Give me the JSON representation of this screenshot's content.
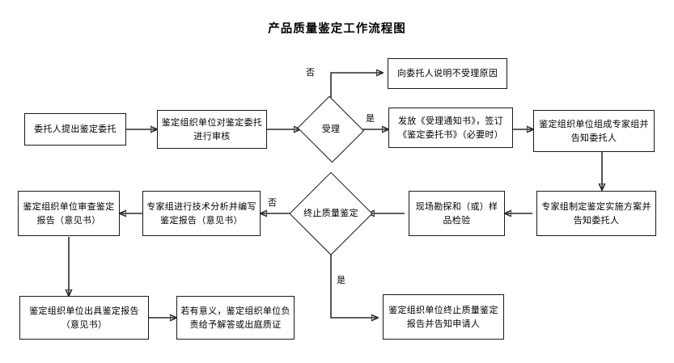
{
  "diagram": {
    "title": "产品质量鉴定工作流程图",
    "type": "flowchart",
    "nodes": {
      "n1": {
        "label": "委托人提出鉴定委托",
        "shape": "process"
      },
      "n2": {
        "label": "鉴定组织单位对鉴定委托进行审核",
        "shape": "process"
      },
      "d1": {
        "label": "受理",
        "shape": "decision"
      },
      "n3": {
        "label": "向委托人说明不受理原因",
        "shape": "process"
      },
      "n4": {
        "label": "发放《受理通知书》，签订《鉴定委托书》（必要时）",
        "shape": "process"
      },
      "n5": {
        "label": "鉴定组织单位组成专家组并告知委托人",
        "shape": "process"
      },
      "n6": {
        "label": "专家组制定鉴定实施方案并告知委托人",
        "shape": "process"
      },
      "n7": {
        "label": "现场勘探和（或）样品检验",
        "shape": "process"
      },
      "d2": {
        "label": "终止质量鉴定",
        "shape": "decision"
      },
      "n8": {
        "label": "专家组进行技术分析并编写鉴定报告（意见书）",
        "shape": "process"
      },
      "n9": {
        "label": "鉴定组织单位审查鉴定报告（意见书）",
        "shape": "process"
      },
      "n10": {
        "label": "鉴定组织单位出具鉴定报告（意见书）",
        "shape": "process"
      },
      "n11": {
        "label": "若有意义，鉴定组织单位负责给予解答或出庭质证",
        "shape": "process"
      },
      "n12": {
        "label": "鉴定组织单位终止质量鉴定报告并告知申请人",
        "shape": "process"
      }
    },
    "edge_labels": {
      "no_accept": "否",
      "yes_accept": "是",
      "no_terminate": "否",
      "yes_terminate": "是"
    },
    "colors": {
      "stroke": "#2b2b2b",
      "border": "#1a1a1a",
      "background": "#ffffff",
      "text": "#000000"
    }
  }
}
